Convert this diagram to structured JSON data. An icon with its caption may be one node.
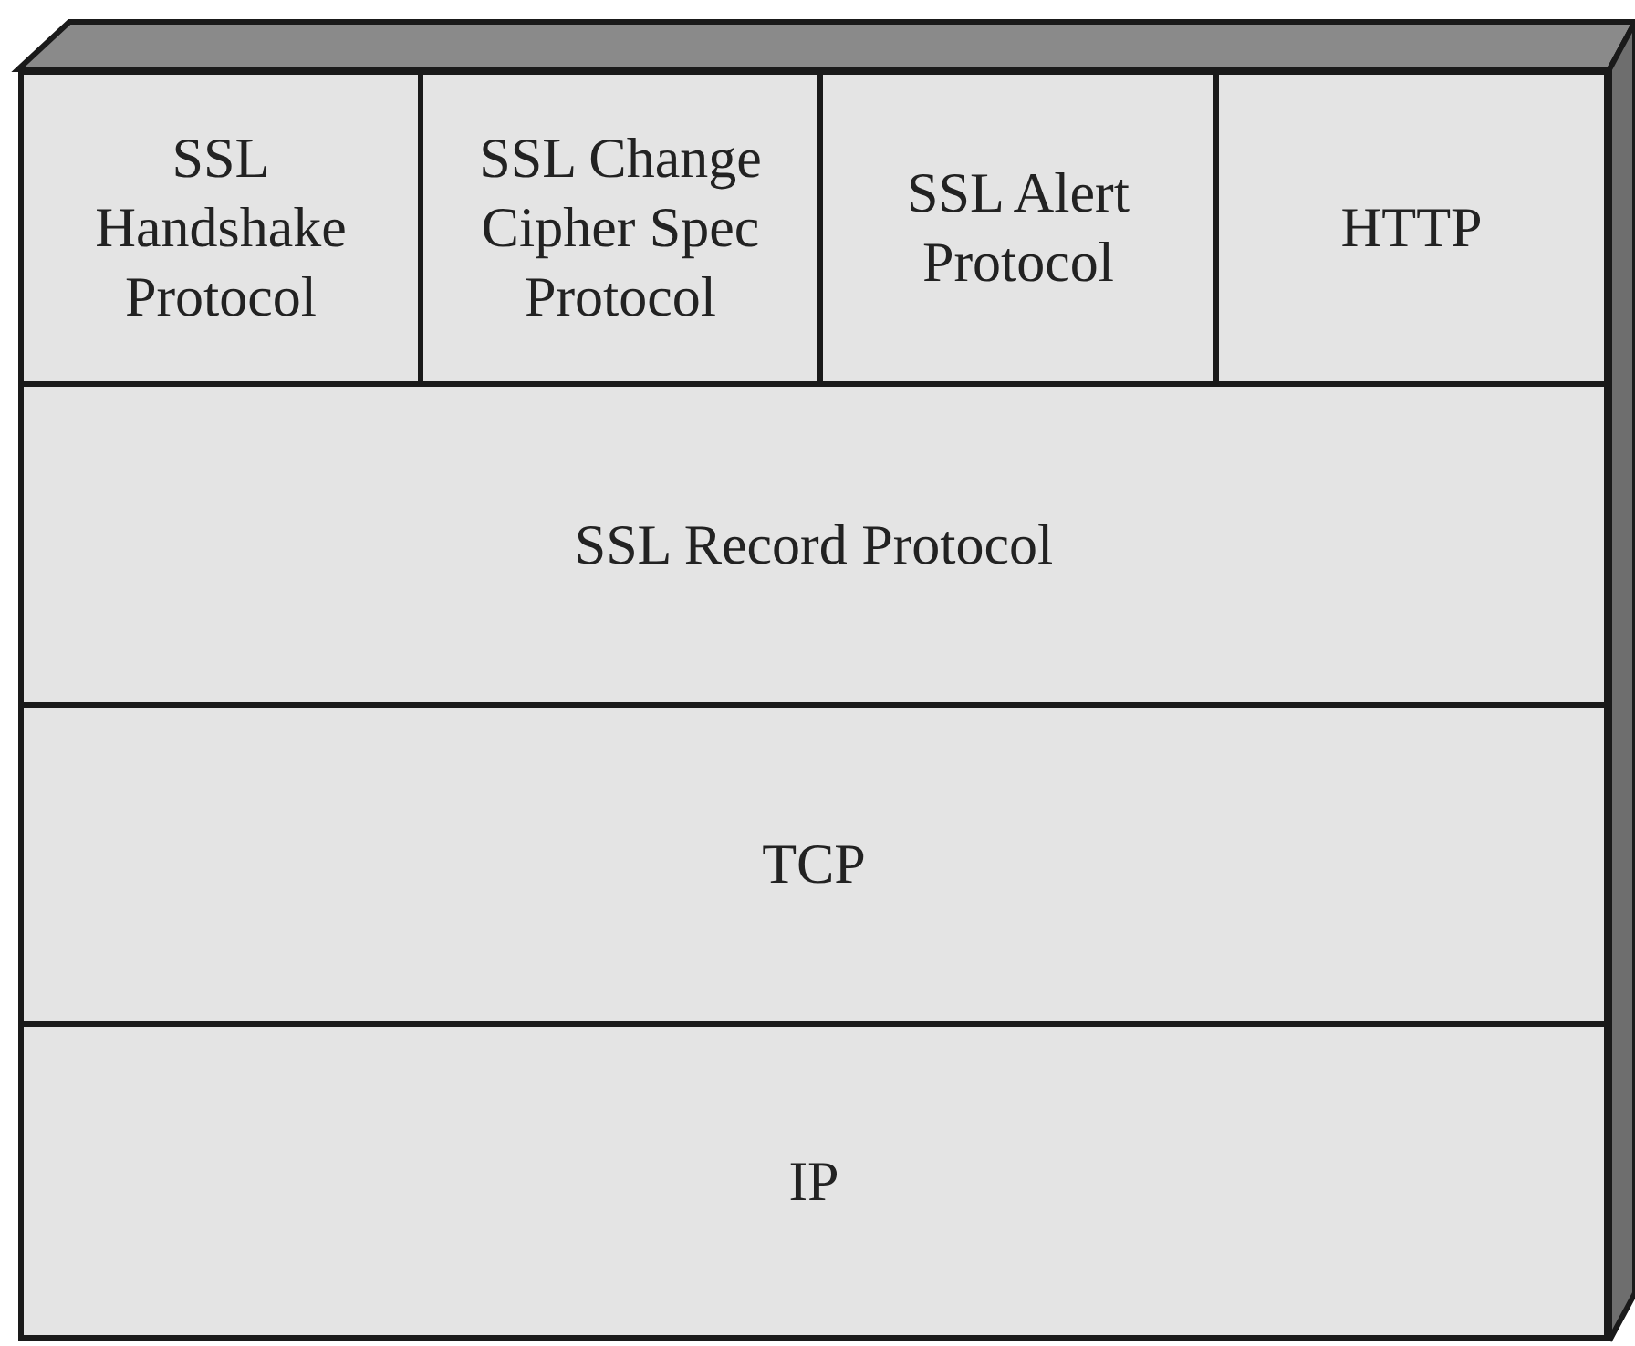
{
  "diagram": {
    "nodes": [
      {
        "text": [
          "SSL Handshake Protocol"
        ]
      },
      {
        "text": [
          "SSL Change Cipher Spec Protocol"
        ]
      },
      {
        "text": [
          "SSL Alert Protocol"
        ]
      },
      {
        "text": [
          "HTTP"
        ]
      },
      {
        "text": [
          "SSL Record Protocol"
        ]
      },
      {
        "text": [
          "TCP"
        ]
      },
      {
        "text": [
          "IP"
        ]
      }
    ]
  }
}
